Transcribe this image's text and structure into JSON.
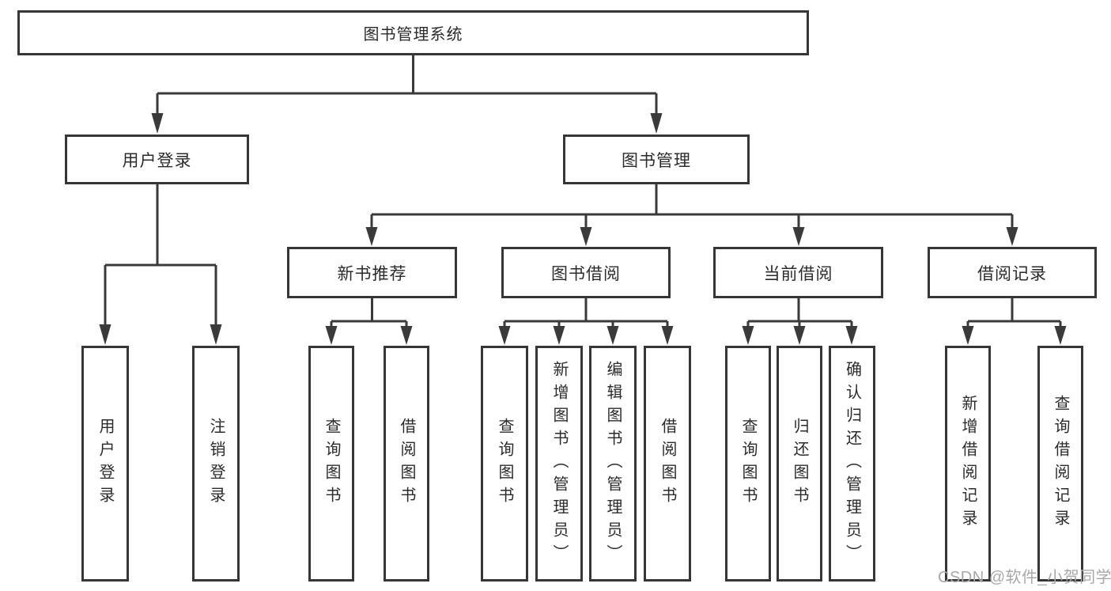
{
  "diagram": {
    "root": {
      "label": "图书管理系统"
    },
    "user_login": {
      "label": "用户登录",
      "leaves": [
        {
          "label": "用户登录"
        },
        {
          "label": "注销登录"
        }
      ]
    },
    "book_mgmt": {
      "label": "图书管理",
      "children": [
        {
          "label": "新书推荐",
          "leaves": [
            {
              "label": "查询图书"
            },
            {
              "label": "借阅图书"
            }
          ]
        },
        {
          "label": "图书借阅",
          "leaves": [
            {
              "label": "查询图书"
            },
            {
              "label": "新增图书（管理员）"
            },
            {
              "label": "编辑图书（管理员）"
            },
            {
              "label": "借阅图书"
            }
          ]
        },
        {
          "label": "当前借阅",
          "leaves": [
            {
              "label": "查询图书"
            },
            {
              "label": "归还图书"
            },
            {
              "label": "确认归还（管理员）"
            }
          ]
        },
        {
          "label": "借阅记录",
          "leaves": [
            {
              "label": "新增借阅记录"
            },
            {
              "label": "查询借阅记录"
            }
          ]
        }
      ]
    },
    "colors": {
      "line": "#3a3a3a",
      "border": "#363636",
      "text": "#2b2b2b",
      "watermark": "#a8a8a8"
    }
  },
  "watermark": {
    "text": "CSDN @软件_小贺同学"
  }
}
